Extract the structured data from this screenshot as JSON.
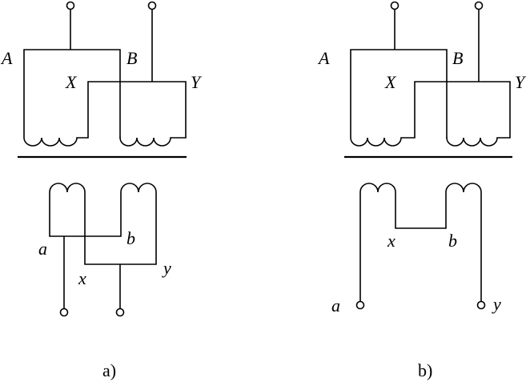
{
  "diagram_a": {
    "caption": "a)",
    "labels": {
      "A": "A",
      "B": "B",
      "X": "X",
      "Y": "Y",
      "a": "a",
      "b": "b",
      "x": "x",
      "y": "y"
    }
  },
  "diagram_b": {
    "caption": "b)",
    "labels": {
      "A": "A",
      "B": "B",
      "X": "X",
      "Y": "Y",
      "a": "a",
      "b": "b",
      "x": "x",
      "y": "y"
    }
  }
}
